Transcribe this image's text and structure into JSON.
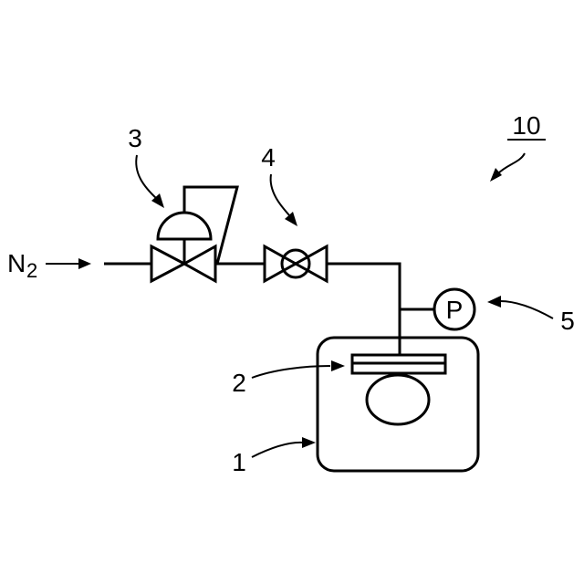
{
  "diagram": {
    "labels": {
      "assembly": "10",
      "chamber": "1",
      "holder": "2",
      "regulator": "3",
      "valve": "4",
      "gauge": "5",
      "gauge_symbol": "P",
      "gas_base": "N",
      "gas_subscript": "2"
    },
    "colors": {
      "stroke": "#000000",
      "background": "#ffffff"
    }
  }
}
